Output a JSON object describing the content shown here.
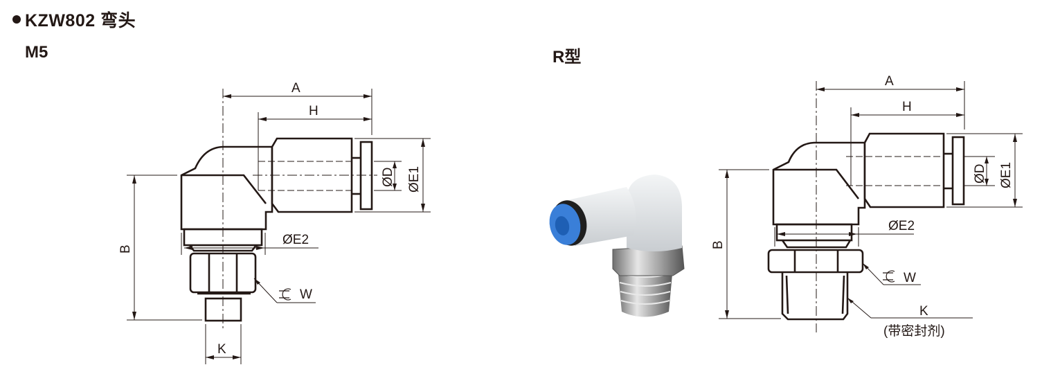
{
  "header": {
    "bullet_icon": "bullet-dot-icon",
    "title": "KZW802 弯头"
  },
  "variants": [
    {
      "label": "M5",
      "dimensions": {
        "a": "A",
        "h": "H",
        "b": "B",
        "d": "ØD",
        "e1": "ØE1",
        "e2": "ØE2",
        "w": "W",
        "k": "K"
      },
      "wrench_icon": "wrench-icon"
    },
    {
      "label": "R型",
      "dimensions": {
        "a": "A",
        "h": "H",
        "b": "B",
        "d": "ØD",
        "e1": "ØE1",
        "e2": "ØE2",
        "w": "W",
        "k": "K",
        "k_note": "(带密封剂)"
      },
      "wrench_icon": "wrench-icon"
    }
  ],
  "photo": {
    "name": "elbow-fitting-photo",
    "colors": {
      "body": "#e4e7ea",
      "collet": "#3a7fd8",
      "metal": "#b8b8b8"
    }
  }
}
